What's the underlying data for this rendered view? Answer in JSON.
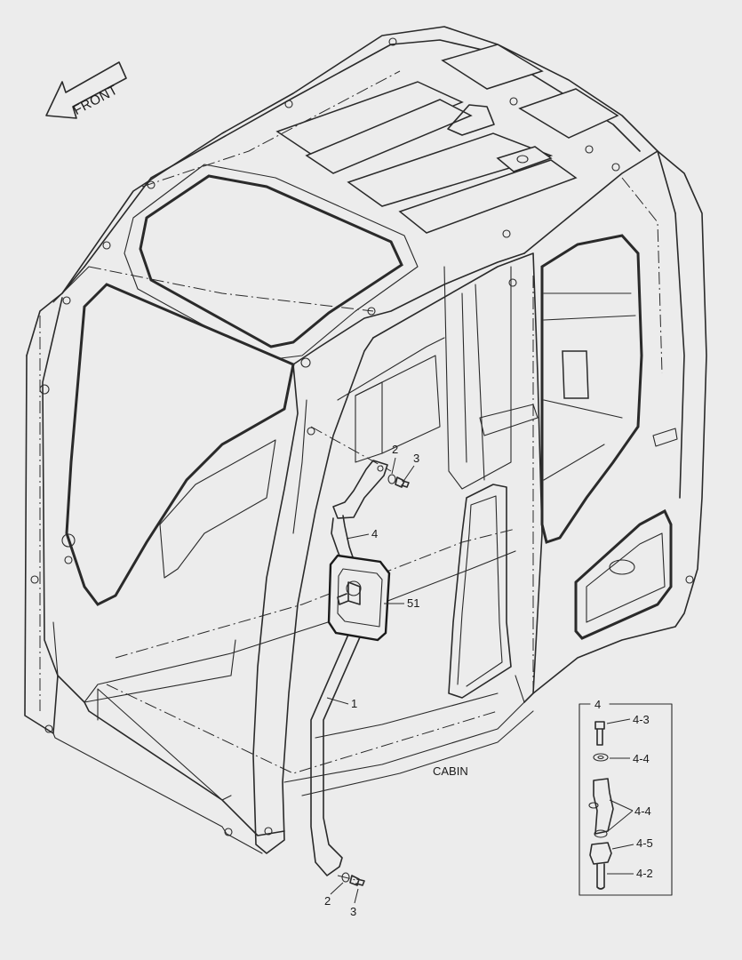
{
  "direction": {
    "label": "FRONT"
  },
  "assembly": {
    "label": "CABIN"
  },
  "callouts": {
    "washer_upper": "2",
    "bolt_upper": "3",
    "bracket": "4",
    "mirror": "51",
    "stay": "1",
    "washer_lower": "2",
    "bolt_lower": "3"
  },
  "detail": {
    "title": "4",
    "parts": [
      {
        "ref": "4-3"
      },
      {
        "ref": "4-4"
      },
      {
        "ref": "4-4"
      },
      {
        "ref": "4-5"
      },
      {
        "ref": "4-2"
      }
    ]
  }
}
